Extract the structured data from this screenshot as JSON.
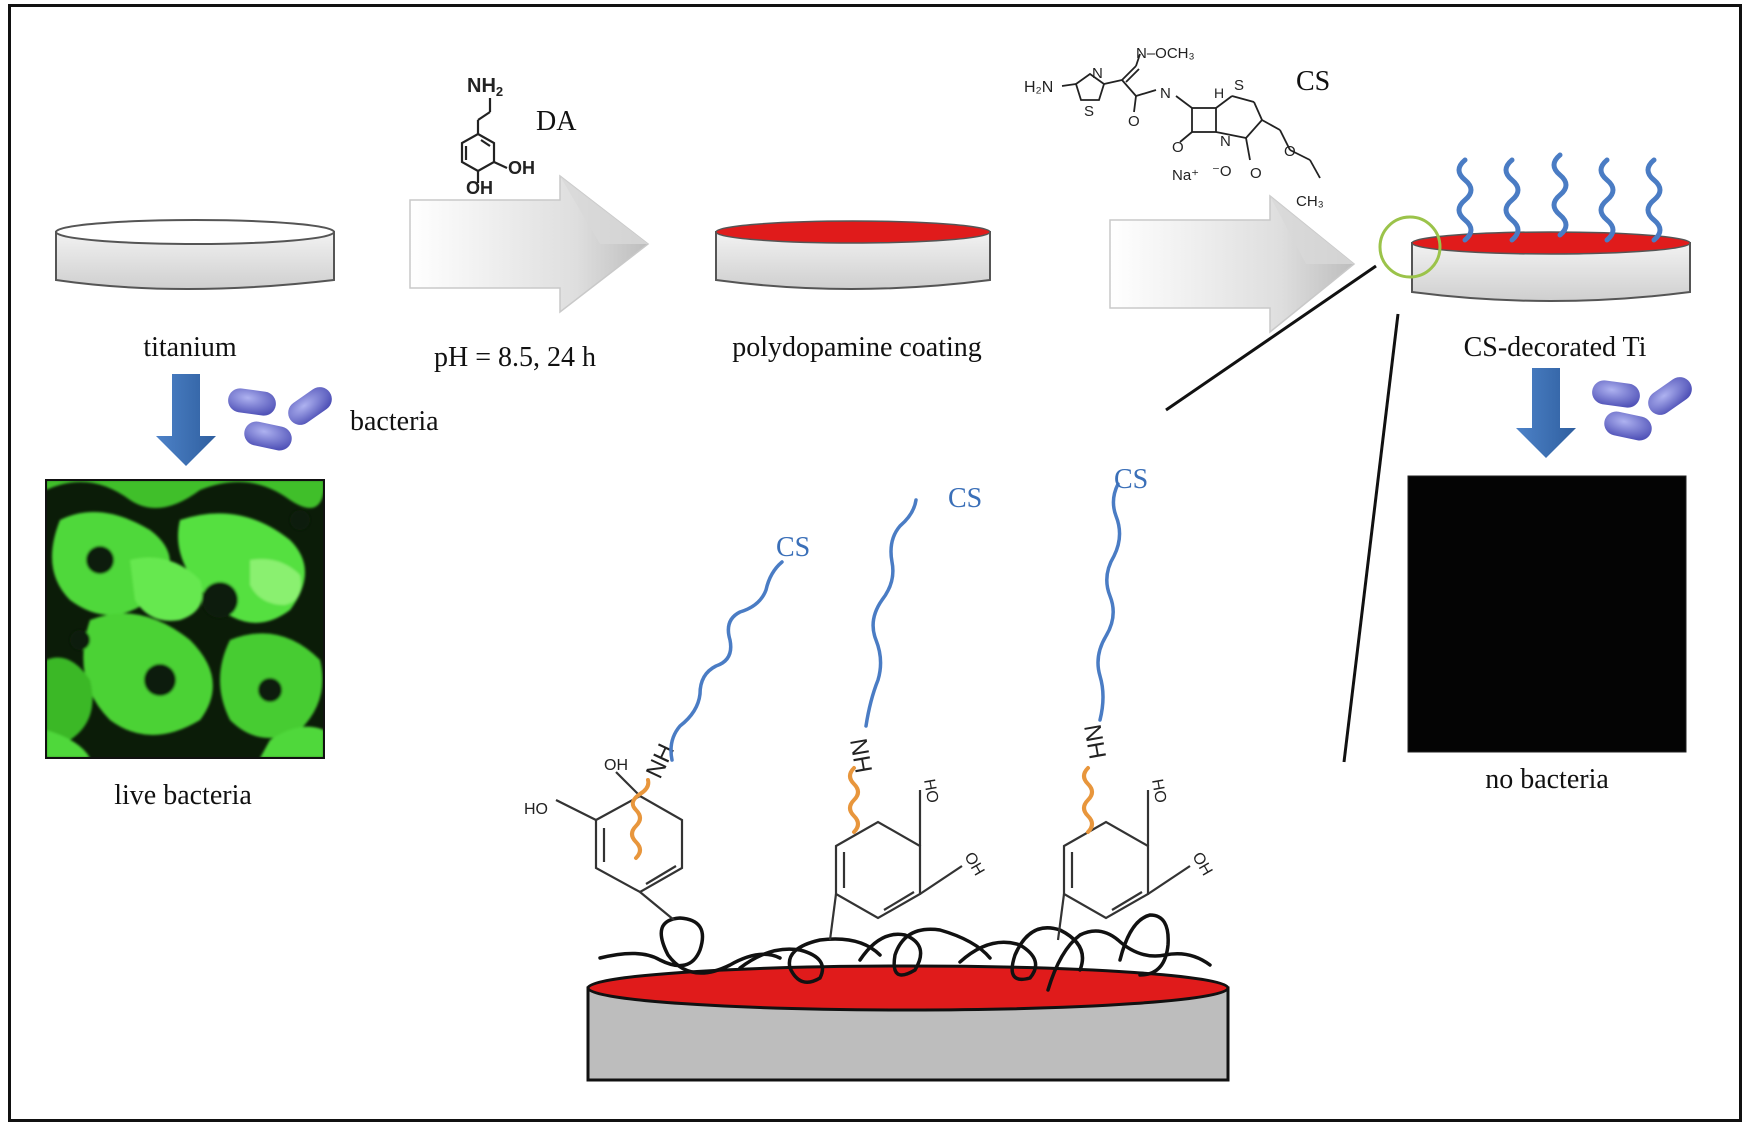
{
  "labels": {
    "titanium": "titanium",
    "condition": "pH = 8.5, 24 h",
    "pda_coating": "polydopamine coating",
    "cs_ti": "CS-decorated Ti",
    "bacteria": "bacteria",
    "live_bacteria": "live bacteria",
    "no_bacteria": "no bacteria",
    "da": "DA",
    "cs_top": "CS",
    "cs_chain": "CS",
    "nh": "NH"
  },
  "chem": {
    "nh2": "NH",
    "nh2_sub": "2",
    "oh": "OH",
    "ho": "HO",
    "h2n": "H₂N",
    "n": "N",
    "s": "S",
    "h": "H",
    "o": "O",
    "och3": "N–OCH₃",
    "na": "Na⁺",
    "coo": "⁻O",
    "ch3": "CH₃"
  },
  "colors": {
    "pda_red": "#e01b1b",
    "cs_blue": "#4a7cc4",
    "linker_orange": "#e8963c",
    "arrow_blue": "#3b6fb6",
    "bacteria_purple": "#6a6ccf",
    "live_green": "#4fd83a",
    "circle_green": "#9bc34a",
    "disc_gray": "#e8e8e8"
  }
}
